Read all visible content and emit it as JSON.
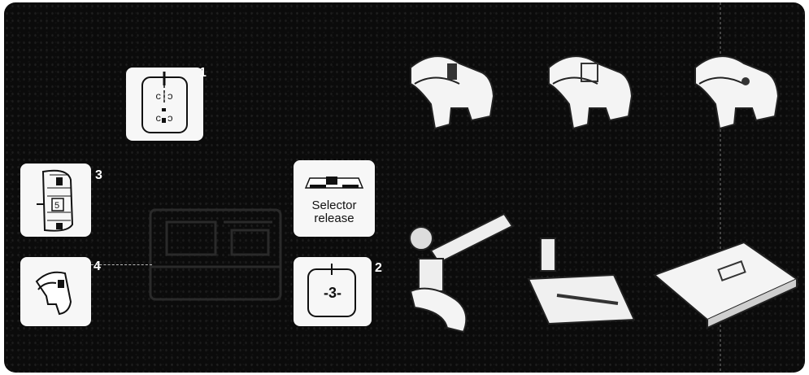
{
  "panels": {
    "p1": {
      "number": "1"
    },
    "p2": {
      "number": "2",
      "dial_value": "-3-"
    },
    "p3": {
      "number": "3",
      "dial_value": "5"
    },
    "p4": {
      "number": "4"
    },
    "selector": {
      "line1": "Selector",
      "line2": "release"
    }
  },
  "colors": {
    "background": "#0b0b0b",
    "card": "#f7f7f7",
    "accent": "#ffffff"
  }
}
